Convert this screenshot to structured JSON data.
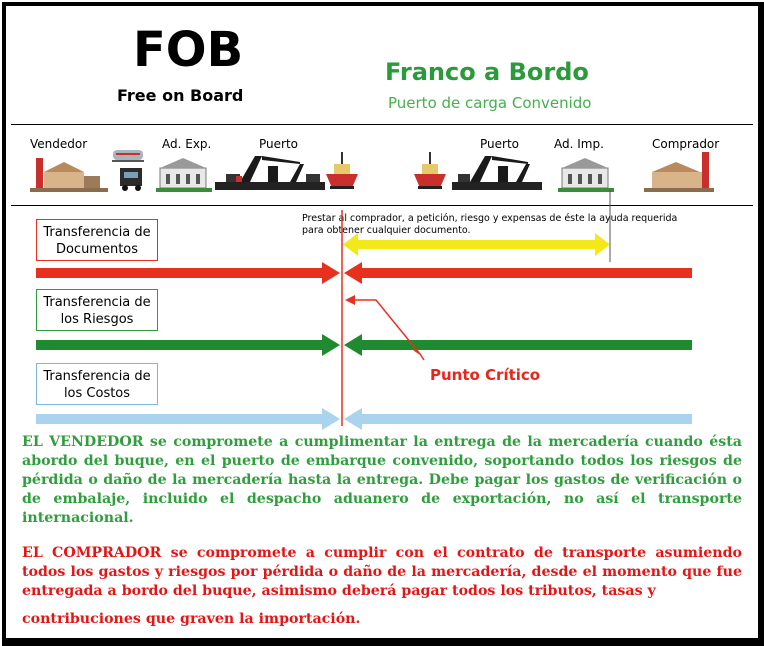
{
  "header": {
    "title": "FOB",
    "subtitle": "Free on Board",
    "title_es": "Franco a Bordo",
    "subtitle_es": "Puerto de  carga Convenido"
  },
  "parties": {
    "vendedor": "Vendedor",
    "ad_exp": "Ad. Exp.",
    "puerto_origen": "Puerto",
    "puerto_destino": "Puerto",
    "ad_imp": "Ad. Imp.",
    "comprador": "Comprador"
  },
  "transfers": {
    "documentos": "Transferencia de Documentos",
    "riesgos": "Transferencia de los Riesgos",
    "costos": "Transferencia de los Costos"
  },
  "note": "Prestar al comprador, a petición, riesgo y expensas de éste la ayuda requerida para obtener cualquier documento.",
  "critical_point": "Punto Crítico",
  "paragraphs": {
    "vendedor": "EL VENDEDOR se compromete a cumplimentar la entrega de la mercadería cuando ésta abordo del buque, en el puerto de embarque convenido, soportando todos los riesgos de pérdida o daño de la mercadería hasta la entrega. Debe pagar los gastos de verificación o de embalaje, incluido el despacho aduanero de exportación, no así el transporte internacional.",
    "comprador": "EL COMPRADOR se compromete a cumplir con el contrato de transporte asumiendo todos los gastos y riesgos por pérdida o daño de la mercadería, desde el momento que fue entregada a bordo del buque, asimismo deberá pagar todos los tributos, tasas y",
    "comprador_end": "contribuciones que graven la importación."
  },
  "colors": {
    "red": "#e8301e",
    "green": "#1f8a30",
    "light_blue": "#a9d3ee",
    "yellow": "#f2e81a",
    "title_green": "#2a9a3a",
    "box_red_border": "#e8301e",
    "box_green_border": "#2e9b3c",
    "box_blue_border": "#7db6dc"
  }
}
